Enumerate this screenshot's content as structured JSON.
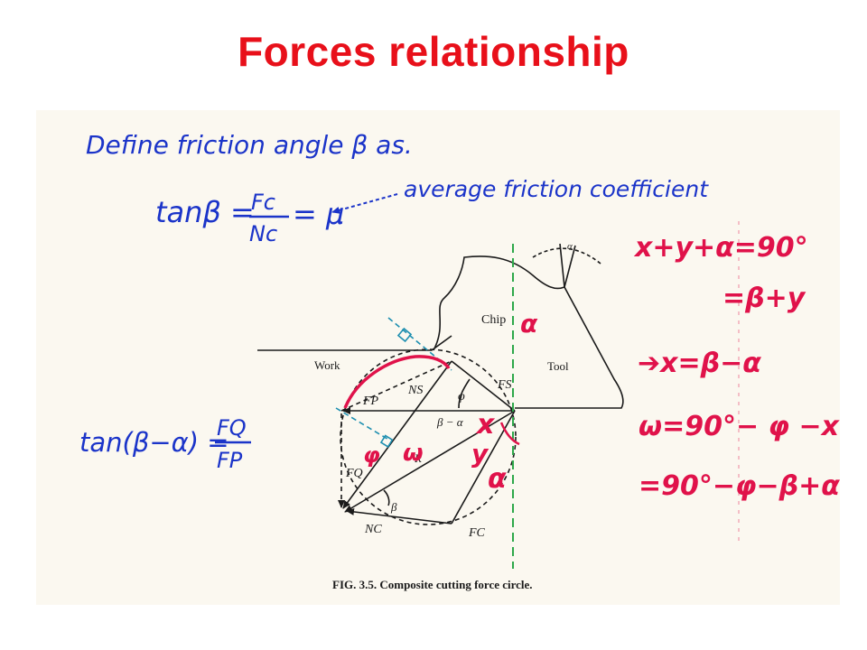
{
  "slide": {
    "title": "Forces relationship"
  },
  "handwritten_notes": {
    "define": "Define friction angle β as.",
    "tan_lhs": "tanβ =",
    "frac_num": "Fc",
    "frac_den": "Nc",
    "tan_rhs": "= μ",
    "avg_label": "average friction coefficient",
    "tan2_lhs": "tan(β−α) =",
    "tan2_num": "FQ",
    "tan2_den": "FP"
  },
  "red_equations": {
    "line1": "x+y+α=90°",
    "line2": "=β+y",
    "line3": "➔x=β−α",
    "line4": "ω=90°− φ −x",
    "line5": "=90°−φ−β+α"
  },
  "diagram": {
    "chip": "Chip",
    "work": "Work",
    "tool": "Tool",
    "alpha_top": "α",
    "Fp": "FP",
    "Ns": "NS",
    "Fs": "FS",
    "phi": "φ",
    "beta_minus_alpha": "β − α",
    "FQ": "FQ",
    "R": "R",
    "beta": "β",
    "Nc": "NC",
    "Fc": "FC",
    "caption": "FIG. 3.5. Composite cutting force circle."
  },
  "annotations": {
    "alpha_chip": "α",
    "x": "x",
    "y": "y",
    "alpha_low": "α",
    "omega": "ω",
    "phi": "φ"
  },
  "colors": {
    "title": "#e8101a",
    "ink_blue": "#1b34c9",
    "ink_red": "#e0124a",
    "guide_green": "#2ea84a",
    "dash_cyan": "#1e8fb0"
  }
}
